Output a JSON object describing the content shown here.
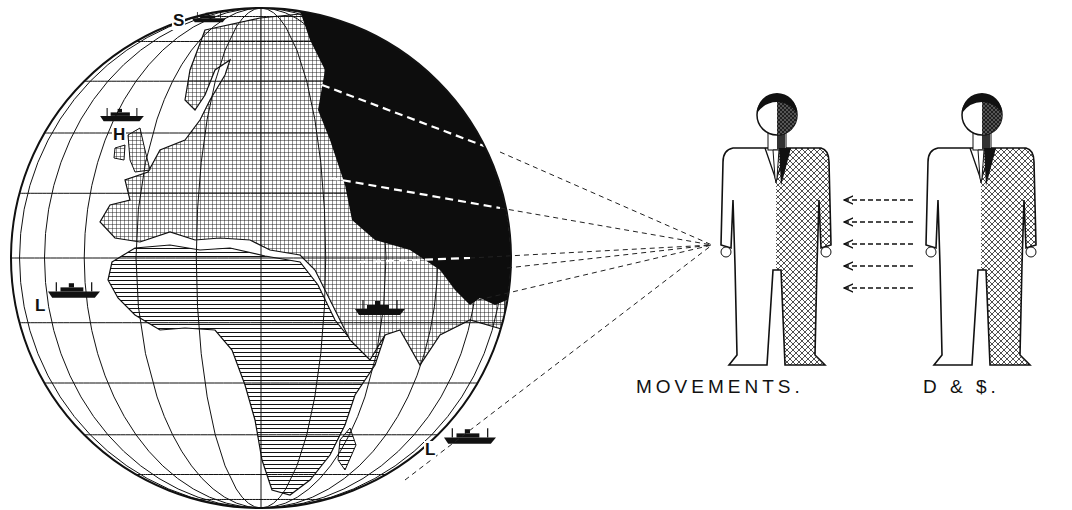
{
  "diagram": {
    "nodes": [
      {
        "text": [
          "MOVEMENTS."
        ]
      },
      {
        "text": [
          "D & $."
        ]
      }
    ],
    "edges": [
      {
        "from": 1,
        "to": 0,
        "arrow": "to"
      }
    ],
    "labels": [
      "S",
      "H",
      "L",
      "L"
    ]
  }
}
